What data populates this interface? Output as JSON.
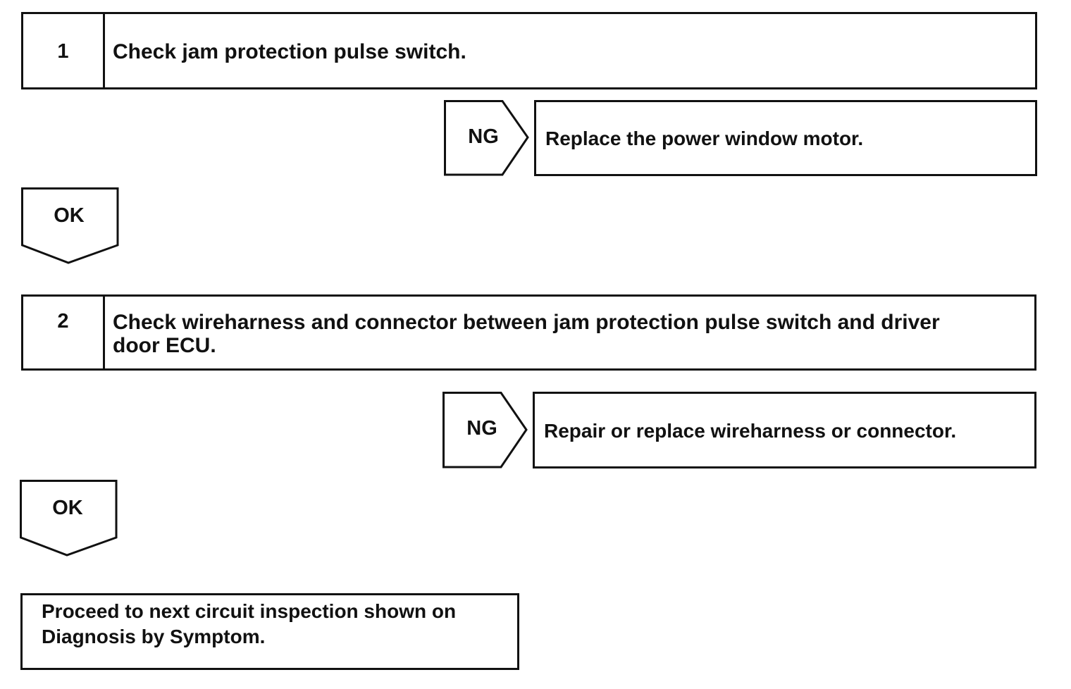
{
  "steps": [
    {
      "number": "1",
      "text": "Check jam protection pulse switch.",
      "ng_label": "NG",
      "ng_action": "Replace the power window motor.",
      "ok_label": "OK"
    },
    {
      "number": "2",
      "text": "Check wireharness and connector between jam protection pulse switch and driver door ECU.",
      "ng_label": "NG",
      "ng_action": "Repair or replace wireharness or connector.",
      "ok_label": "OK"
    }
  ],
  "final": {
    "text": "Proceed to next circuit inspection shown on Diagnosis by Symptom."
  }
}
